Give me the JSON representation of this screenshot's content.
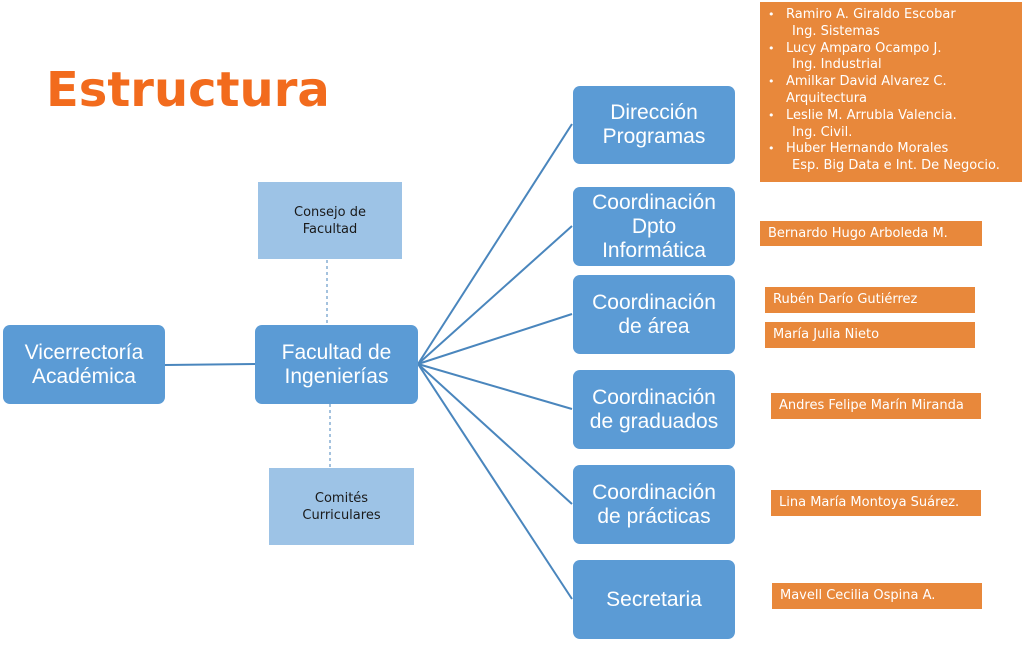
{
  "title": "Estructura",
  "colors": {
    "title": "#F26B1D",
    "node_fill": "#5B9BD5",
    "light_fill": "#9DC3E6",
    "name_fill": "#E8883B",
    "connector": "#4A86BD"
  },
  "nodes": {
    "vicerrectoria": "Vicerrectoría\nAcadémica",
    "facultad": "Facultad de\nIngenierías",
    "consejo": "Consejo de\nFacultad",
    "comites": "Comités\nCurriculares",
    "direccion": "Dirección\nProgramas",
    "coord_dpto": "Coordinación\nDpto\nInformática",
    "coord_area": "Coordinación\nde área",
    "coord_graduados": "Coordinación\nde graduados",
    "coord_practicas": "Coordinación\nde prácticas",
    "secretaria": "Secretaria"
  },
  "directors": [
    {
      "name": "Ramiro A. Giraldo Escobar",
      "title": "Ing. Sistemas"
    },
    {
      "name": "Lucy Amparo Ocampo J.",
      "title": "Ing. Industrial"
    },
    {
      "name": "Amilkar David Alvarez  C.",
      "title": "Arquitectura"
    },
    {
      "name": "Leslie M. Arrubla Valencia.",
      "title": "Ing. Civil."
    },
    {
      "name": "Huber Hernando Morales",
      "title": "Esp. Big Data e Int. De Negocio."
    }
  ],
  "people": {
    "dpto": "Bernardo Hugo Arboleda M.",
    "area_1": "Rubén Darío Gutiérrez",
    "area_2": "María Julia Nieto",
    "graduados": "Andres Felipe Marín Miranda",
    "practicas": "Lina María Montoya Suárez.",
    "secretaria": "Mavell Cecilia Ospina A."
  }
}
